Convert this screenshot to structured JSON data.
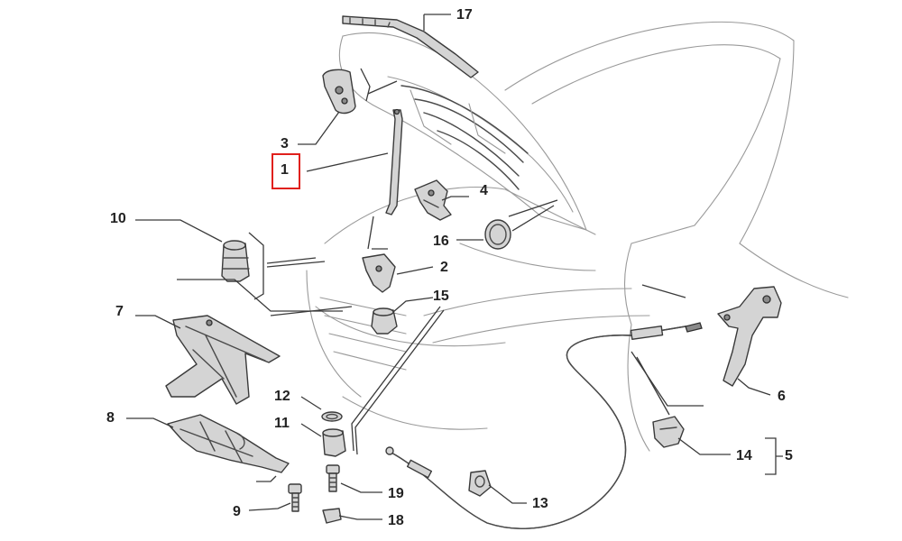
{
  "callouts": [
    {
      "id": "1",
      "label": "1"
    },
    {
      "id": "2",
      "label": "2"
    },
    {
      "id": "3",
      "label": "3"
    },
    {
      "id": "4",
      "label": "4"
    },
    {
      "id": "5",
      "label": "5"
    },
    {
      "id": "6",
      "label": "6"
    },
    {
      "id": "7",
      "label": "7"
    },
    {
      "id": "8",
      "label": "8"
    },
    {
      "id": "9",
      "label": "9"
    },
    {
      "id": "10",
      "label": "10"
    },
    {
      "id": "11",
      "label": "11"
    },
    {
      "id": "12",
      "label": "12"
    },
    {
      "id": "13",
      "label": "13"
    },
    {
      "id": "14",
      "label": "14"
    },
    {
      "id": "15",
      "label": "15"
    },
    {
      "id": "16",
      "label": "16"
    },
    {
      "id": "17",
      "label": "17"
    },
    {
      "id": "18",
      "label": "18"
    },
    {
      "id": "19",
      "label": "19"
    }
  ],
  "highlighted_callout": "1",
  "colors": {
    "highlight": "#e0201c",
    "line": "#4a4a4a",
    "background": "#ffffff"
  }
}
